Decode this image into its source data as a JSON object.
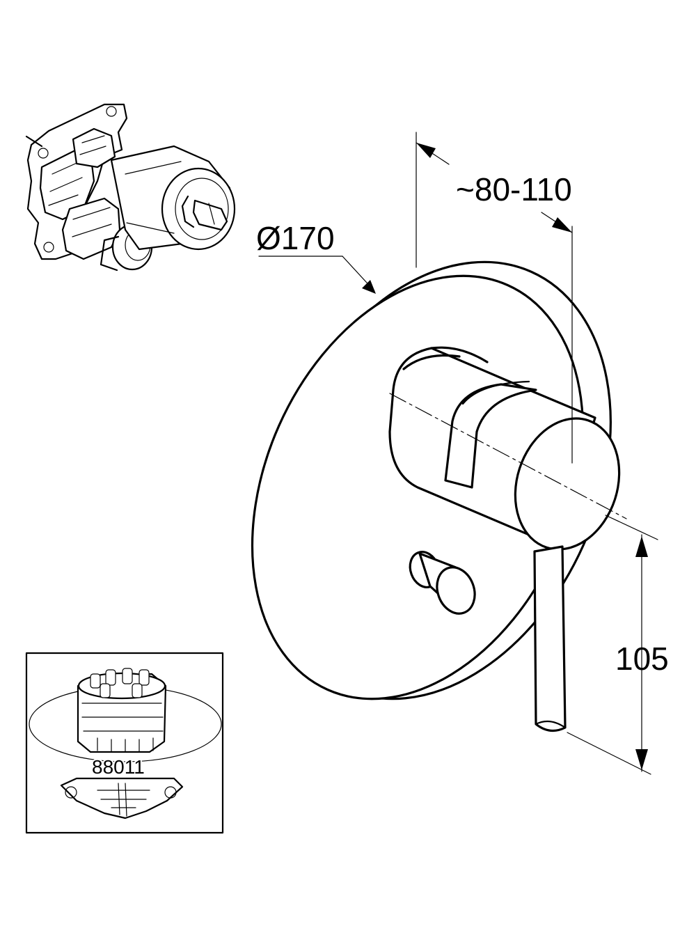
{
  "dimensions": {
    "diameter": "Ø170",
    "projection": "~80-110",
    "height": "105"
  },
  "inset": {
    "part_number": "88011"
  },
  "colors": {
    "line": "#000000",
    "background": "#ffffff"
  }
}
